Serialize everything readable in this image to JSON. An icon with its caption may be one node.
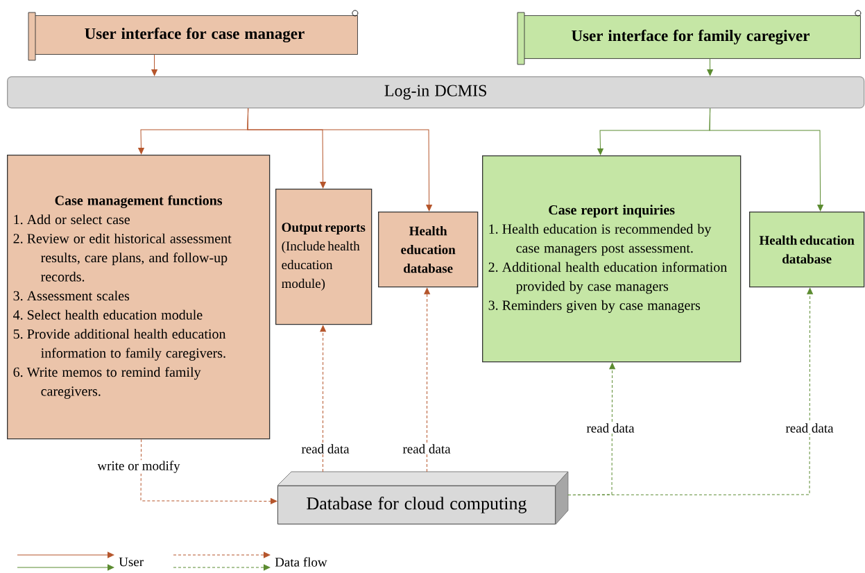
{
  "diagram": {
    "nodes": [
      {
        "text": [
          "User interface for case manager"
        ]
      },
      {
        "text": [
          "User interface for family caregiver"
        ]
      },
      {
        "text": [
          "Log-in DCMIS"
        ]
      },
      {
        "text": [
          "Case management functions",
          "1. Add or select case",
          "2. Review or edit historical assessment results, care plans, and follow-up records.",
          "3. Assessment scales",
          "4. Select health education module",
          "5. Provide additional health education information to family caregivers.",
          "6. Write memos to remind family caregivers."
        ]
      },
      {
        "text": [
          "Output reports",
          "(Include health education module)"
        ]
      },
      {
        "text": [
          "Health education database"
        ]
      },
      {
        "text": [
          "Case report inquiries",
          "1. Health education is recommended by case managers post assessment.",
          "2. Additional health education information provided by case managers",
          "3. Reminders given by case managers"
        ]
      },
      {
        "text": [
          "Health education database"
        ]
      },
      {
        "text": [
          "Database for cloud computing"
        ]
      }
    ],
    "edges": [
      {
        "from": 0,
        "to": 2,
        "arrow": "to"
      },
      {
        "from": 1,
        "to": 2,
        "arrow": "to",
        "color": "#5b8b30"
      },
      {
        "from": 2,
        "to": 3,
        "arrow": "to"
      },
      {
        "from": 2,
        "to": 4,
        "arrow": "to"
      },
      {
        "from": 2,
        "to": 5,
        "arrow": "to"
      },
      {
        "from": 2,
        "to": 6,
        "arrow": "to",
        "color": "#5b8b30"
      },
      {
        "from": 2,
        "to": 7,
        "arrow": "to",
        "color": "#5b8b30"
      },
      {
        "from": 3,
        "to": 8,
        "arrow": "to",
        "style": "dashed",
        "label": "write or modify"
      },
      {
        "from": 8,
        "to": 4,
        "arrow": "to",
        "style": "dashed",
        "label": "read data"
      },
      {
        "from": 8,
        "to": 5,
        "arrow": "to",
        "style": "dashed",
        "label": "read data"
      },
      {
        "from": 8,
        "to": 6,
        "arrow": "to",
        "style": "dashed",
        "color": "#5b8b30",
        "label": "read data"
      },
      {
        "from": 8,
        "to": 7,
        "arrow": "to",
        "style": "dashed",
        "color": "#5b8b30",
        "label": "read data"
      }
    ],
    "legend": [
      {
        "text": "User"
      },
      {
        "text": "Data flow"
      }
    ]
  }
}
